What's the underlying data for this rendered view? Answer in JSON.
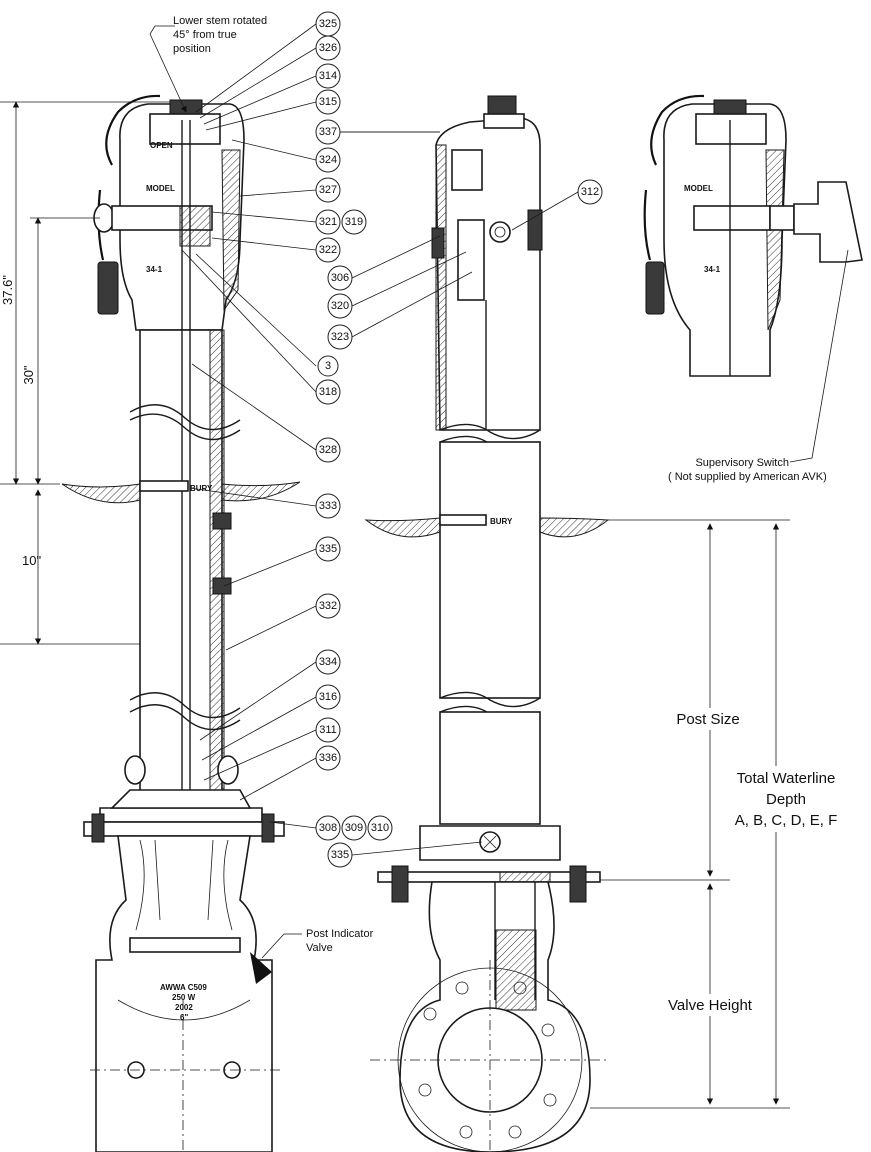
{
  "notes": {
    "stem_line1": "Lower stem rotated",
    "stem_line2": "45° from true",
    "stem_line3": "position",
    "supervisory_line1": "Supervisory Switch",
    "supervisory_line2": "( Not supplied by American AVK)",
    "piv_line1": "Post Indicator",
    "piv_line2": "Valve"
  },
  "dimensions": {
    "overall": "37.6\"",
    "upper": "30\"",
    "bury_offset": "10\"",
    "post_size": "Post Size",
    "total_line1": "Total Waterline",
    "total_line2": "Depth",
    "total_line3": "A, B, C, D, E, F",
    "valve_height": "Valve Height"
  },
  "markings": {
    "bury": "BURY",
    "model": "MODEL",
    "model_no": "34-1",
    "open": "OPEN",
    "awwa": "AWWA C509",
    "rating": "250 W",
    "year": "2002",
    "size": "6\""
  },
  "callouts": {
    "c325": "325",
    "c326": "326",
    "c314": "314",
    "c315": "315",
    "c337": "337",
    "c324": "324",
    "c327": "327",
    "c312": "312",
    "c321": "321",
    "c319": "319",
    "c322": "322",
    "c306": "306",
    "c320": "320",
    "c323": "323",
    "c3": "3",
    "c318": "318",
    "c328": "328",
    "c333": "333",
    "c335a": "335",
    "c332": "332",
    "c334": "334",
    "c316": "316",
    "c311": "311",
    "c336": "336",
    "c308": "308",
    "c309": "309",
    "c310": "310",
    "c335b": "335"
  }
}
